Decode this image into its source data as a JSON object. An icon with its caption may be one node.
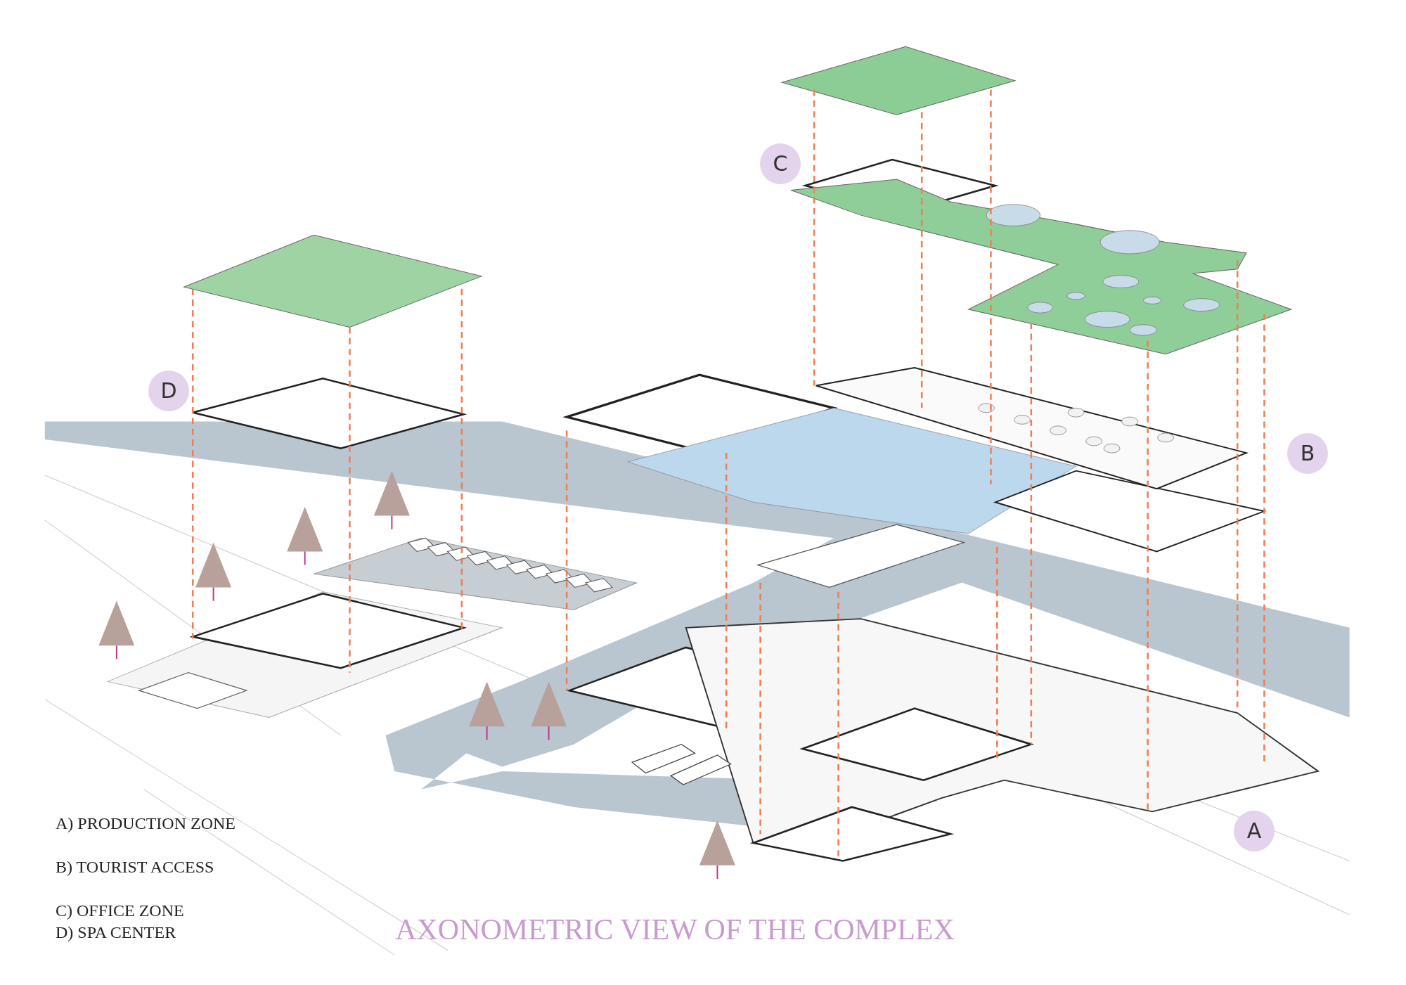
{
  "diagram": {
    "caption": "AXONOMETRIC VIEW OF THE COMPLEX",
    "nodes": [
      {
        "text": [
          "C"
        ]
      },
      {
        "text": [
          "D"
        ]
      },
      {
        "text": [
          "B"
        ]
      },
      {
        "text": [
          "A"
        ]
      }
    ],
    "labels": [
      "A) PRODUCTION ZONE",
      "B) TOURIST ACCESS",
      "C) OFFICE ZONE",
      "D) SPA CENTER"
    ]
  }
}
